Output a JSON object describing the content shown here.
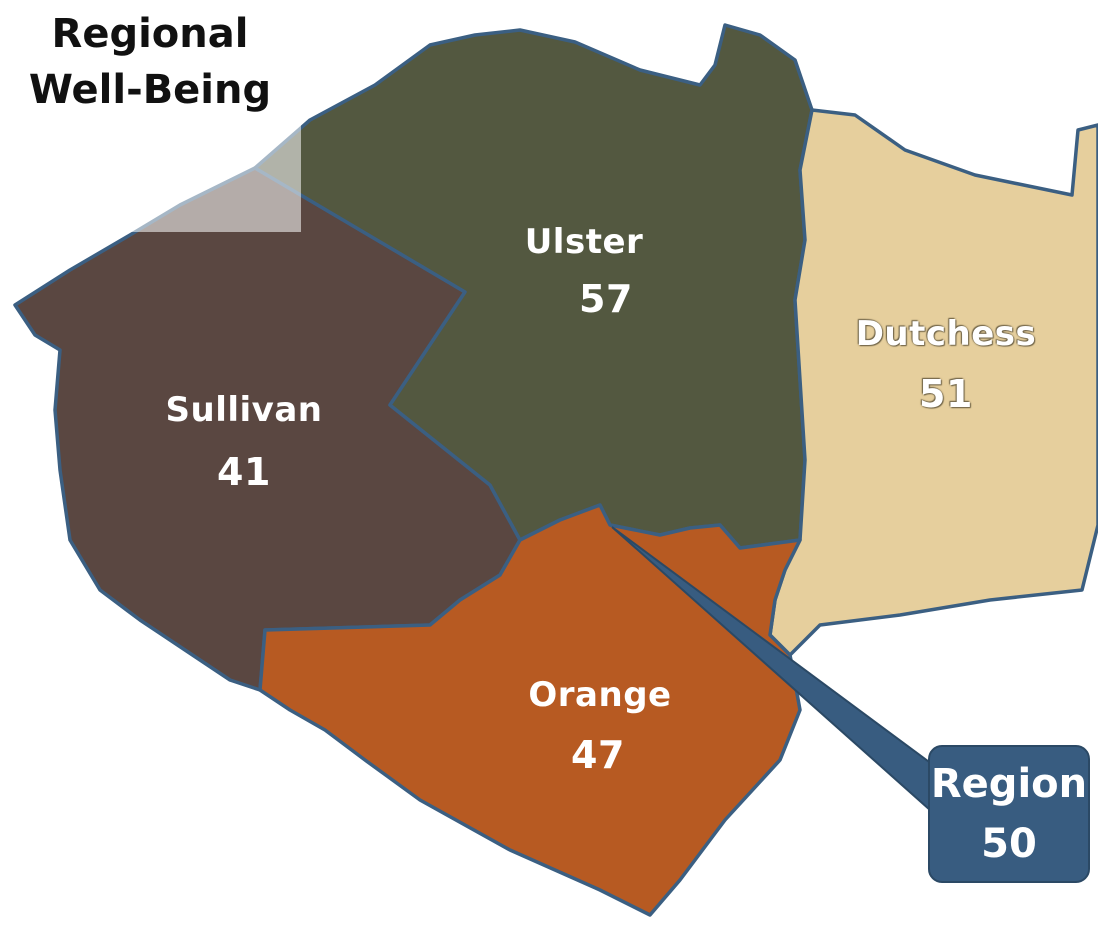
{
  "title": {
    "line1": "Regional",
    "line2": "Well-Being"
  },
  "counties": {
    "sullivan": {
      "name": "Sullivan",
      "value": "41",
      "color": "#5a4741"
    },
    "ulster": {
      "name": "Ulster",
      "value": "57",
      "color": "#535840"
    },
    "dutchess": {
      "name": "Dutchess",
      "value": "51",
      "color": "#e6cf9d"
    },
    "orange": {
      "name": "Orange",
      "value": "47",
      "color": "#b75a22"
    }
  },
  "region": {
    "name": "Region",
    "value": "50",
    "color": "#385c80"
  },
  "colors": {
    "border": "#3b5f82",
    "title_overlay": "#a9a09b"
  }
}
